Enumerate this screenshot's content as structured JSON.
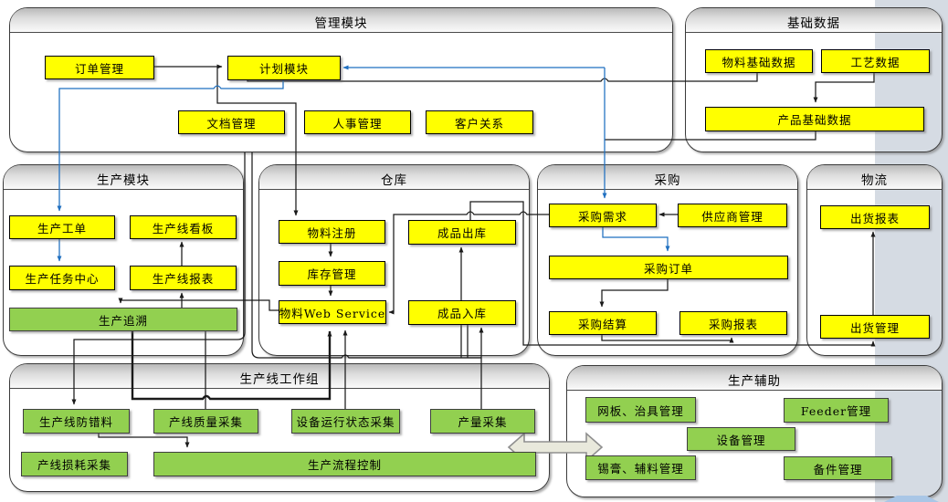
{
  "colors": {
    "module_fill": "#FFFF00",
    "group_fill": "#92D050",
    "link_black": "#1a1a1a",
    "link_blue": "#1F6FC0",
    "band": "#D5DBE3",
    "big_arrow_fill": "#E9E9DC",
    "big_arrow_border": "#8f8f8f",
    "corner_shape": "#A9C6E6"
  },
  "diagram": {
    "containers": [
      {
        "id": "management",
        "title": "管理模块",
        "boxes": [
          {
            "id": "order-mgmt",
            "label": "订单管理",
            "fill": "yellow"
          },
          {
            "id": "plan-module",
            "label": "计划模块",
            "fill": "yellow"
          },
          {
            "id": "doc-mgmt",
            "label": "文档管理",
            "fill": "yellow"
          },
          {
            "id": "hr-mgmt",
            "label": "人事管理",
            "fill": "yellow"
          },
          {
            "id": "crm",
            "label": "客户关系",
            "fill": "yellow"
          }
        ]
      },
      {
        "id": "basedata",
        "title": "基础数据",
        "boxes": [
          {
            "id": "material-base",
            "label": "物料基础数据",
            "fill": "yellow"
          },
          {
            "id": "process-data",
            "label": "工艺数据",
            "fill": "yellow"
          },
          {
            "id": "product-base",
            "label": "产品基础数据",
            "fill": "yellow"
          }
        ]
      },
      {
        "id": "production",
        "title": "生产模块",
        "boxes": [
          {
            "id": "work-order",
            "label": "生产工单",
            "fill": "yellow"
          },
          {
            "id": "line-kanban",
            "label": "生产线看板",
            "fill": "yellow"
          },
          {
            "id": "task-center",
            "label": "生产任务中心",
            "fill": "yellow"
          },
          {
            "id": "line-report",
            "label": "生产线报表",
            "fill": "yellow"
          },
          {
            "id": "traceability",
            "label": "生产追溯",
            "fill": "green"
          }
        ]
      },
      {
        "id": "warehouse",
        "title": "仓库",
        "boxes": [
          {
            "id": "material-reg",
            "label": "物料注册",
            "fill": "yellow"
          },
          {
            "id": "inventory",
            "label": "库存管理",
            "fill": "yellow"
          },
          {
            "id": "material-ws",
            "label": "物料Web Service",
            "fill": "yellow"
          },
          {
            "id": "fg-out",
            "label": "成品出库",
            "fill": "yellow"
          },
          {
            "id": "fg-in",
            "label": "成品入库",
            "fill": "yellow"
          }
        ]
      },
      {
        "id": "procurement",
        "title": "采购",
        "boxes": [
          {
            "id": "purchase-demand",
            "label": "采购需求",
            "fill": "yellow"
          },
          {
            "id": "supplier-mgmt",
            "label": "供应商管理",
            "fill": "yellow"
          },
          {
            "id": "purchase-order",
            "label": "采购订单",
            "fill": "yellow"
          },
          {
            "id": "purchase-settle",
            "label": "采购结算",
            "fill": "yellow"
          },
          {
            "id": "purchase-report",
            "label": "采购报表",
            "fill": "yellow"
          }
        ]
      },
      {
        "id": "logistics",
        "title": "物流",
        "boxes": [
          {
            "id": "ship-report",
            "label": "出货报表",
            "fill": "yellow"
          },
          {
            "id": "ship-mgmt",
            "label": "出货管理",
            "fill": "yellow"
          }
        ]
      },
      {
        "id": "workgroup",
        "title": "生产线工作组",
        "boxes": [
          {
            "id": "line-error",
            "label": "生产线防错料",
            "fill": "green"
          },
          {
            "id": "line-quality",
            "label": "产线质量采集",
            "fill": "green"
          },
          {
            "id": "equip-status",
            "label": "设备运行状态采集",
            "fill": "green"
          },
          {
            "id": "output-collect",
            "label": "产量采集",
            "fill": "green"
          },
          {
            "id": "line-loss",
            "label": "产线损耗采集",
            "fill": "green"
          },
          {
            "id": "process-control",
            "label": "生产流程控制",
            "fill": "green"
          }
        ]
      },
      {
        "id": "auxiliary",
        "title": "生产辅助",
        "boxes": [
          {
            "id": "stencil-fixture",
            "label": "网板、治具管理",
            "fill": "green"
          },
          {
            "id": "feeder-mgmt",
            "label": "Feeder管理",
            "fill": "green"
          },
          {
            "id": "equip-mgmt",
            "label": "设备管理",
            "fill": "green"
          },
          {
            "id": "solder-paste",
            "label": "锡膏、辅料管理",
            "fill": "green"
          },
          {
            "id": "spare-parts",
            "label": "备件管理",
            "fill": "green"
          }
        ]
      }
    ]
  }
}
